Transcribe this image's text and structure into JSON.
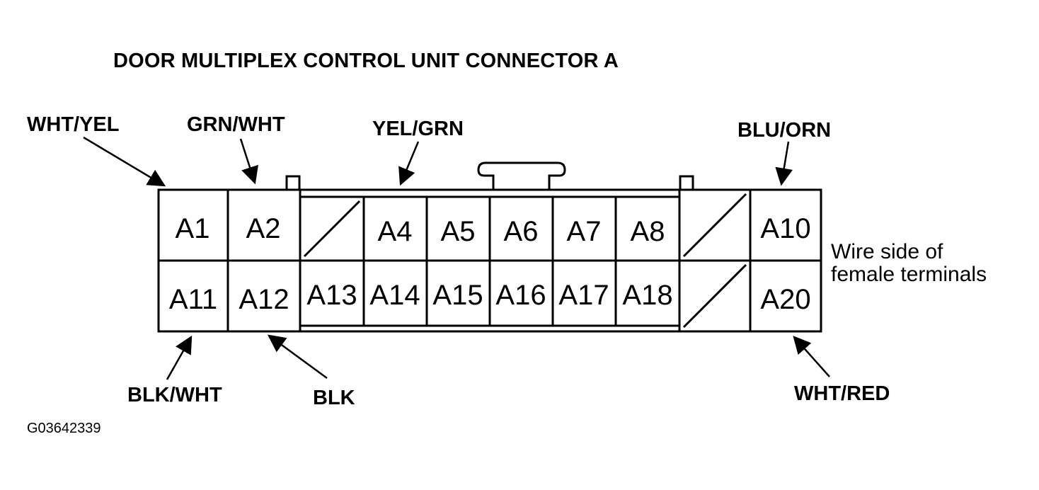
{
  "title": "DOOR MULTIPLEX CONTROL UNIT CONNECTOR A",
  "wire_labels": {
    "a1": "WHT/YEL",
    "a2": "GRN/WHT",
    "a3_area": "YEL/GRN",
    "a10": "BLU/ORN",
    "a11": "BLK/WHT",
    "a12": "BLK",
    "a20": "WHT/RED"
  },
  "terminals": {
    "top": [
      "A1",
      "A2",
      "A4",
      "A5",
      "A6",
      "A7",
      "A8",
      "A10"
    ],
    "bottom": [
      "A11",
      "A12",
      "A13",
      "A14",
      "A15",
      "A16",
      "A17",
      "A18",
      "A20"
    ]
  },
  "note": {
    "line1": "Wire side of",
    "line2": "female terminals"
  },
  "figure_id": "G03642339"
}
